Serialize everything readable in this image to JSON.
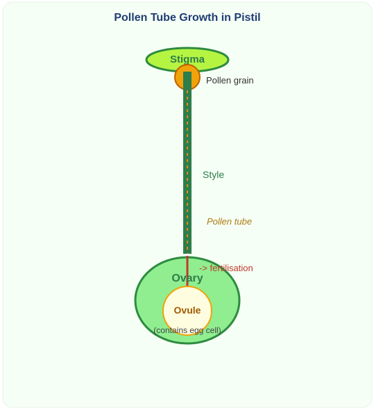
{
  "title": "Pollen Tube Growth in Pistil",
  "labels": {
    "stigma": "Stigma",
    "pollen_grain": "Pollen grain",
    "style": "Style",
    "pollen_tube": "Pollen tube",
    "fertilisation": "-> fertilisation",
    "ovary": "Ovary",
    "ovule": "Ovule",
    "ovule_note": "(contains egg cell)"
  },
  "colors": {
    "background": "#f5fff5",
    "title": "#1f3c73",
    "stigma_fill": "#b5f542",
    "stigma_stroke": "#2e8b40",
    "pollen_fill": "#f0a30a",
    "pollen_stroke": "#c06000",
    "style_fill": "#2e7d4a",
    "tube_dash": "#e08a1e",
    "tube_inside_ovary": "#c0392b",
    "ovary_fill": "#90ee90",
    "ovary_stroke": "#2e8b40",
    "ovary_label": "#2e7d4a",
    "ovule_fill": "#fffde0",
    "ovule_stroke": "#f0a30a",
    "ovule_label": "#a05a00",
    "pollen_tube_label": "#b07a10",
    "fertilisation_label": "#c0392b",
    "style_label": "#2e7d4a",
    "note_label": "#444444"
  }
}
